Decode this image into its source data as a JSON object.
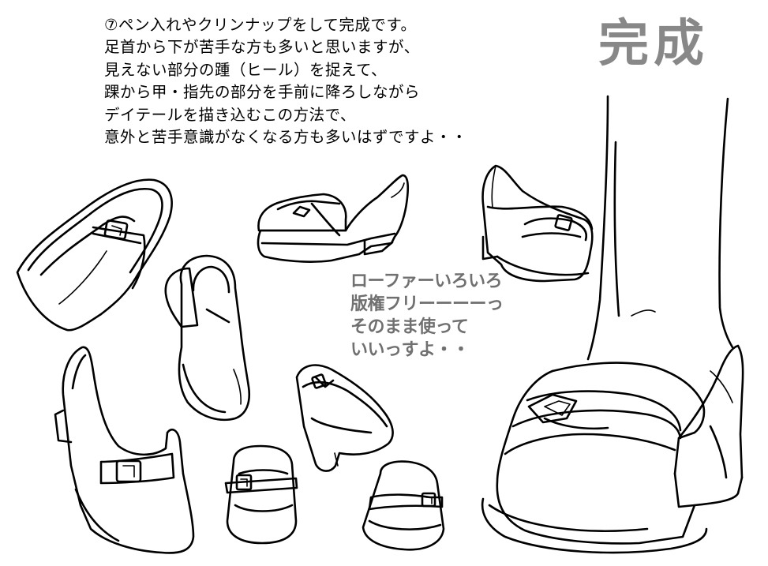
{
  "page": {
    "title": "完成",
    "instructions": [
      "⑦ペン入れやクリンナップをして完成です。",
      "足首から下が苦手な方も多いと思いますが、",
      "見えない部分の踵（ヒール）を捉えて、",
      "踝から甲・指先の部分を手前に降ろしながら",
      "デイテールを描き込むこの方法で、",
      "意外と苦手意識がなくなる方も多いはずですよ・・"
    ],
    "note": [
      "ローファーいろいろ",
      "版権フリーーーーっ",
      "そのまま使って",
      "いいっすよ・・"
    ]
  },
  "colors": {
    "title": "#888888",
    "note": "#707070",
    "line_art": "#000000",
    "background": "#ffffff"
  }
}
